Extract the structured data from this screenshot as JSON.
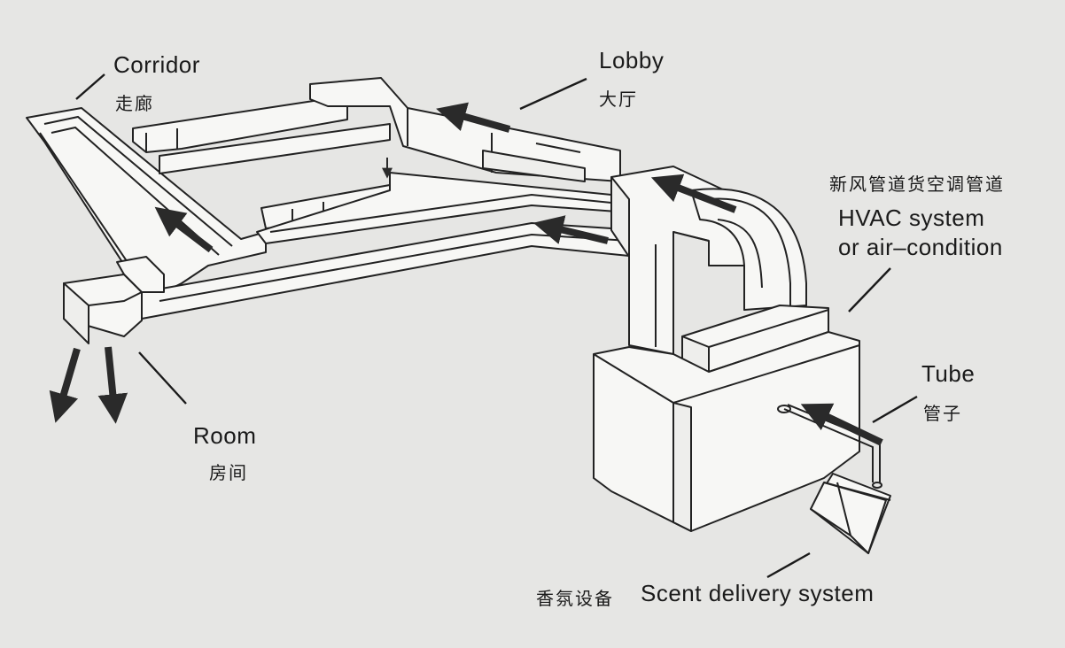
{
  "labels": {
    "corridor_en": "Corridor",
    "corridor_cn": "走廊",
    "lobby_en": "Lobby",
    "lobby_cn": "大厅",
    "hvac_cn": "新风管道货空调管道",
    "hvac_en_line1": "HVAC system",
    "hvac_en_line2": "or air–condition",
    "tube_en": "Tube",
    "tube_cn": "管子",
    "room_en": "Room",
    "room_cn": "房间",
    "scent_cn": "香氛设备",
    "scent_en": "Scent delivery system"
  },
  "colors": {
    "background": "#e6e6e4",
    "duct_fill": "#f7f7f5",
    "outline": "#222222",
    "arrow": "#2a2a2a"
  }
}
